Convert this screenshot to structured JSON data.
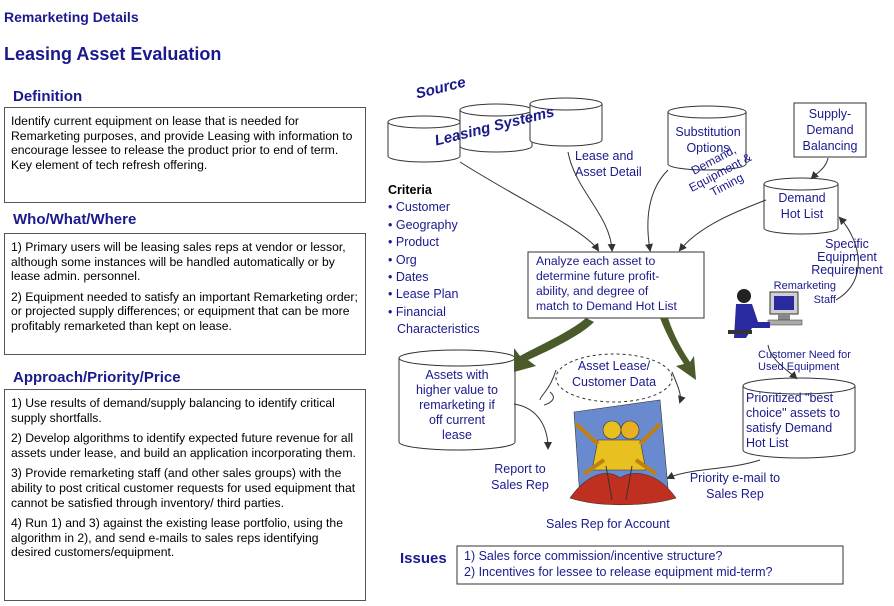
{
  "header": {
    "subtitle": "Remarketing Details",
    "title": "Leasing Asset Evaluation"
  },
  "definition": {
    "heading": "Definition",
    "text": "Identify current equipment on lease that is needed for Remarketing purposes, and provide Leasing with information to encourage lessee to release the product prior to end of term. Key element of tech refresh offering."
  },
  "who": {
    "heading": "Who/What/Where",
    "items": [
      "1)  Primary users will be leasing sales reps at vendor or lessor, although some instances will be handled automatically or by lease admin. personnel.",
      "2)  Equipment needed to satisfy an important Remarketing order; or projected supply differences; or equipment that can be more profitably remarketed than kept on lease."
    ]
  },
  "approach": {
    "heading": "Approach/Priority/Price",
    "items": [
      "1)  Use results of demand/supply balancing to identify critical supply shortfalls.",
      "2)  Develop algorithms to identify expected future revenue for all assets under lease, and build an application incorporating them.",
      "3)  Provide remarketing staff (and other sales groups) with the ability to post critical customer requests for used equipment that cannot be satisfied through inventory/ third parties.",
      "4)  Run 1) and 3) against the existing lease portfolio, using the algorithm in 2), and send e-mails to sales reps identifying desired customers/equipment."
    ]
  },
  "diagram": {
    "source_label": "Source",
    "leasing_systems_label": "Leasing Systems",
    "lease_asset_detail": [
      "Lease and",
      "Asset Detail"
    ],
    "substitution_options": [
      "Substitution",
      "Options"
    ],
    "supply_demand": [
      "Supply-",
      "Demand",
      "Balancing"
    ],
    "demand_hot_list": [
      "Demand",
      "Hot List"
    ],
    "demand_timing": [
      "Demand,",
      "Equipment &",
      "Timing"
    ],
    "criteria_title": "Criteria",
    "criteria": [
      "Customer",
      "Geography",
      "Product",
      " Org",
      "Dates",
      "Lease Plan",
      "Financial",
      "Characteristics"
    ],
    "analyze": [
      "Analyze each asset to",
      "determine future profit-",
      "ability, and degree of",
      "match to Demand Hot List"
    ],
    "specific_equipment": [
      "Specific",
      "Equipment",
      "Requirement"
    ],
    "remarketing_staff": [
      "Remarketing",
      "Staff"
    ],
    "customer_need": [
      "Customer Need for",
      "Used Equipment"
    ],
    "asset_lease_data": [
      "Asset Lease/",
      "Customer Data"
    ],
    "assets_higher_value": [
      "Assets with",
      "higher value to",
      "remarketing if",
      "off current",
      "lease"
    ],
    "prioritized": [
      "Prioritized \"best",
      "choice\" assets to",
      "satisfy Demand",
      "Hot List"
    ],
    "report_to": [
      "Report to",
      "Sales Rep"
    ],
    "priority_email": [
      "Priority e-mail to",
      "Sales Rep"
    ],
    "sales_rep_account": "Sales Rep for Account"
  },
  "issues": {
    "heading": "Issues",
    "items": [
      "1) Sales force commission/incentive structure?",
      "2) Incentives for lessee to release equipment mid-term?"
    ]
  },
  "colors": {
    "navy": "#1a1a8c",
    "arrow_green": "#4a5a2a",
    "figure_yellow": "#e8c020",
    "figure_red": "#c03020"
  }
}
